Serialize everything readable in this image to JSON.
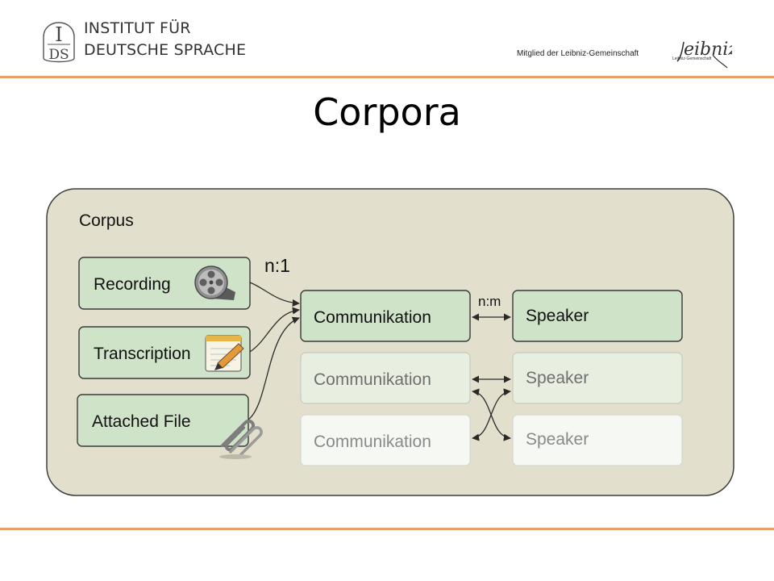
{
  "header": {
    "logo_letters": "IDS",
    "institute_line1": "INSTITUT FÜR",
    "institute_line2": "DEUTSCHE SPRACHE",
    "member_text": "Mitglied der Leibniz-Gemeinschaft",
    "leibniz_logo_text": "Leibniz",
    "leibniz_sub_text": "Leibniz-Gemeinschaft"
  },
  "slide": {
    "title": "Corpora"
  },
  "diagram": {
    "container_label": "Corpus",
    "cardinality_files": "n:1",
    "cardinality_speaker": "n:m",
    "file_boxes": [
      {
        "label": "Recording",
        "icon": "film-reel-icon"
      },
      {
        "label": "Transcription",
        "icon": "notepad-pencil-icon"
      },
      {
        "label": "Attached File",
        "icon": "paperclip-icon"
      }
    ],
    "communications": [
      "Communikation",
      "Communikation",
      "Communikation"
    ],
    "speakers": [
      "Speaker",
      "Speaker",
      "Speaker"
    ],
    "colors": {
      "container_fill": "#e2dfcc",
      "container_stroke": "#3e3e3e",
      "box_fill": "#cfe3c9",
      "box_stroke": "#3a3a3a",
      "faded_fill_1": "#e8efe1",
      "faded_fill_2": "#f6f8f3",
      "faded_text_1": "#6f6f6f",
      "faded_text_2": "#8a8a8a",
      "accent_rule": "#e8a066"
    }
  }
}
